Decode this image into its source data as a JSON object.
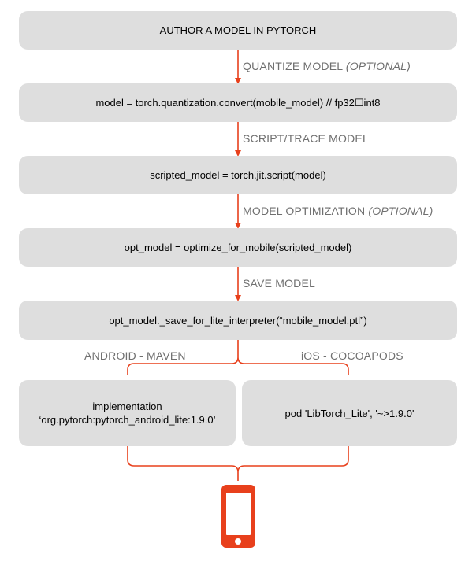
{
  "steps": [
    {
      "text": "AUTHOR A MODEL IN PYTORCH"
    },
    {
      "text": "model = torch.quantization.convert(mobile_model) // fp32☐int8"
    },
    {
      "text": "scripted_model = torch.jit.script(model)"
    },
    {
      "text": "opt_model = optimize_for_mobile(scripted_model)"
    },
    {
      "text": "opt_model._save_for_lite_interpreter(“mobile_model.ptl”)"
    }
  ],
  "transitions": [
    {
      "text": "QUANTIZE MODEL",
      "note": "(OPTIONAL)"
    },
    {
      "text": "SCRIPT/TRACE MODEL",
      "note": ""
    },
    {
      "text": "MODEL OPTIMIZATION",
      "note": "(OPTIONAL)"
    },
    {
      "text": "SAVE MODEL",
      "note": ""
    }
  ],
  "branches": {
    "android": {
      "label": "ANDROID - MAVEN",
      "code": "implementation\n‘org.pytorch:pytorch_android_lite:1.9.0’"
    },
    "ios": {
      "label": "iOS - COCOAPODS",
      "code": "pod 'LibTorch_Lite', '~>1.9.0'"
    }
  },
  "colors": {
    "accent": "#e8401c",
    "box": "#dedede",
    "label": "#6f6f6f"
  },
  "icons": {
    "device": "phone-icon"
  }
}
